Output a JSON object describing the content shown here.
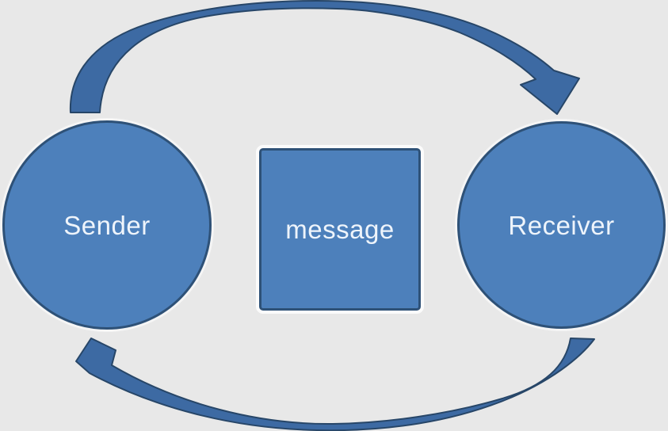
{
  "diagram": {
    "type": "communication-cycle",
    "colors": {
      "background": "#e8e8e8",
      "node_fill": "#4d80bb",
      "node_border": "#2e5177",
      "arrow_fill": "#3d6aa3",
      "arrow_border": "#274668",
      "label_text": "#eef4fb"
    },
    "nodes": {
      "sender": {
        "label": "Sender",
        "shape": "circle"
      },
      "message": {
        "label": "message",
        "shape": "square"
      },
      "receiver": {
        "label": "Receiver",
        "shape": "circle"
      }
    },
    "arrows": {
      "top": {
        "from": "sender",
        "to": "receiver",
        "style": "thick curved band, arrowhead pointing down at Receiver"
      },
      "bottom": {
        "from": "receiver",
        "to": "sender",
        "style": "thin curved band, arrowhead pointing up at Sender"
      }
    }
  }
}
